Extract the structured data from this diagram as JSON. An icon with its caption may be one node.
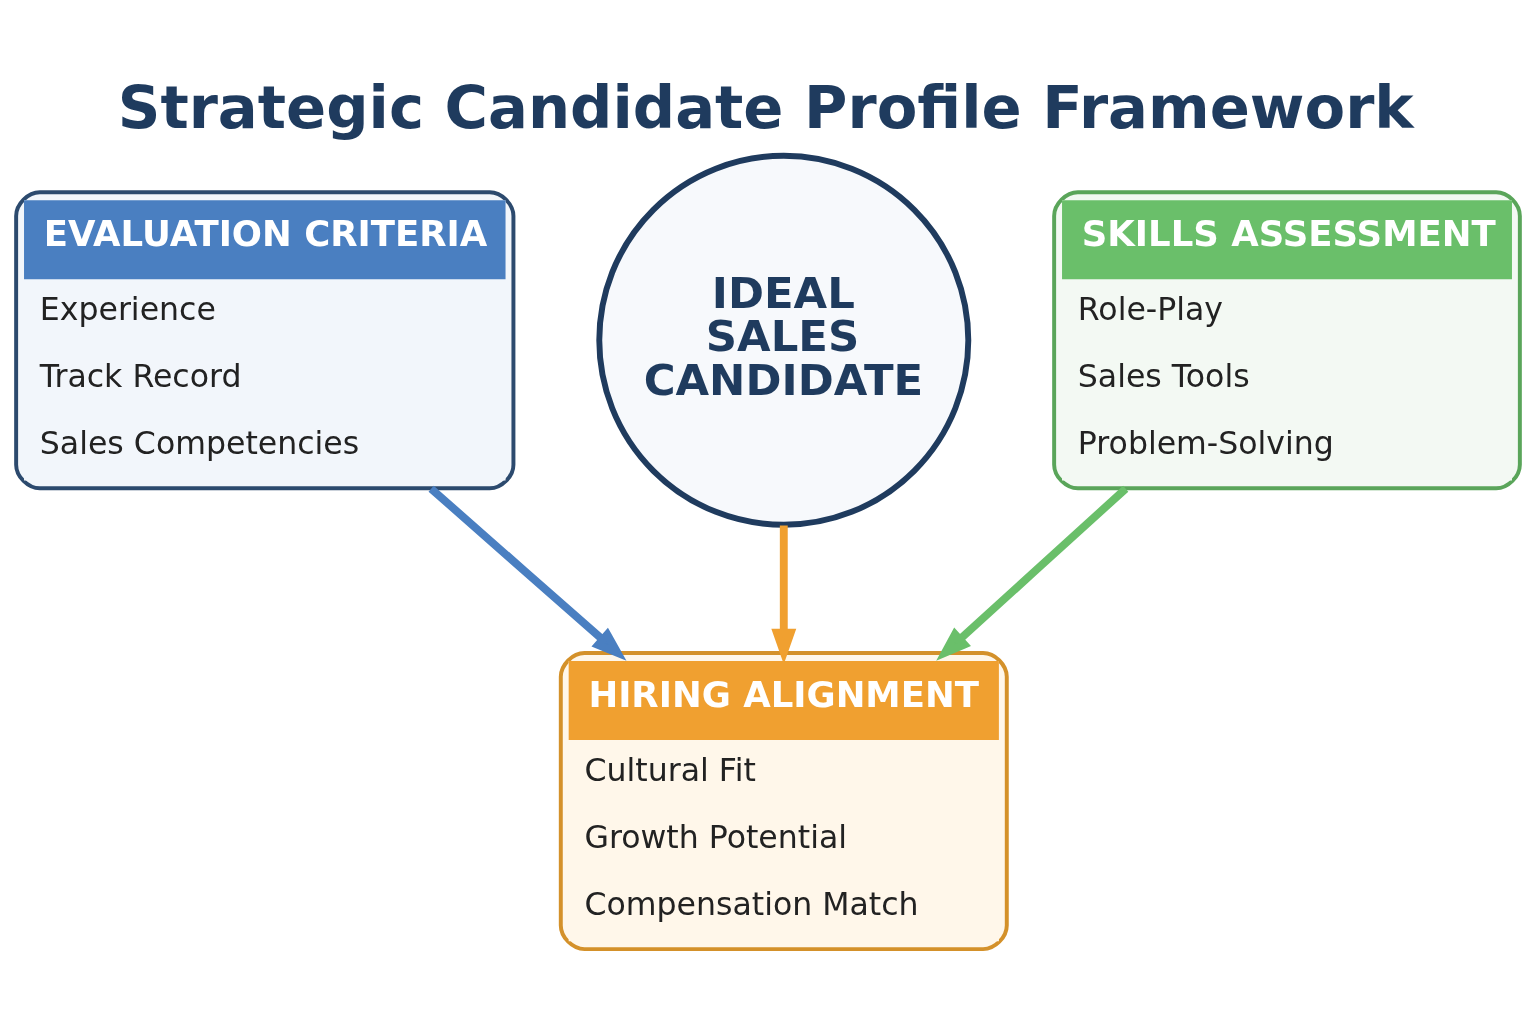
{
  "diagram": {
    "title": "Strategic Candidate Profile Framework",
    "nodes": [
      {
        "text": [
          "EVALUATION CRITERIA",
          "Experience",
          "Track Record",
          "Sales Competencies"
        ]
      },
      {
        "text": [
          "IDEAL SALES CANDIDATE"
        ]
      },
      {
        "text": [
          "SKILLS ASSESSMENT",
          "Role-Play",
          "Sales Tools",
          "Problem-Solving"
        ]
      },
      {
        "text": [
          "HIRING ALIGNMENT",
          "Cultural Fit",
          "Growth Potential",
          "Compensation Match"
        ]
      }
    ],
    "edges": [
      {
        "from": 0,
        "to": 3,
        "arrow": "to",
        "color": "#4a7fc1"
      },
      {
        "from": 1,
        "to": 3,
        "arrow": "to",
        "color": "#f0a030"
      },
      {
        "from": 2,
        "to": 3,
        "arrow": "to",
        "color": "#6abf6a"
      }
    ]
  }
}
